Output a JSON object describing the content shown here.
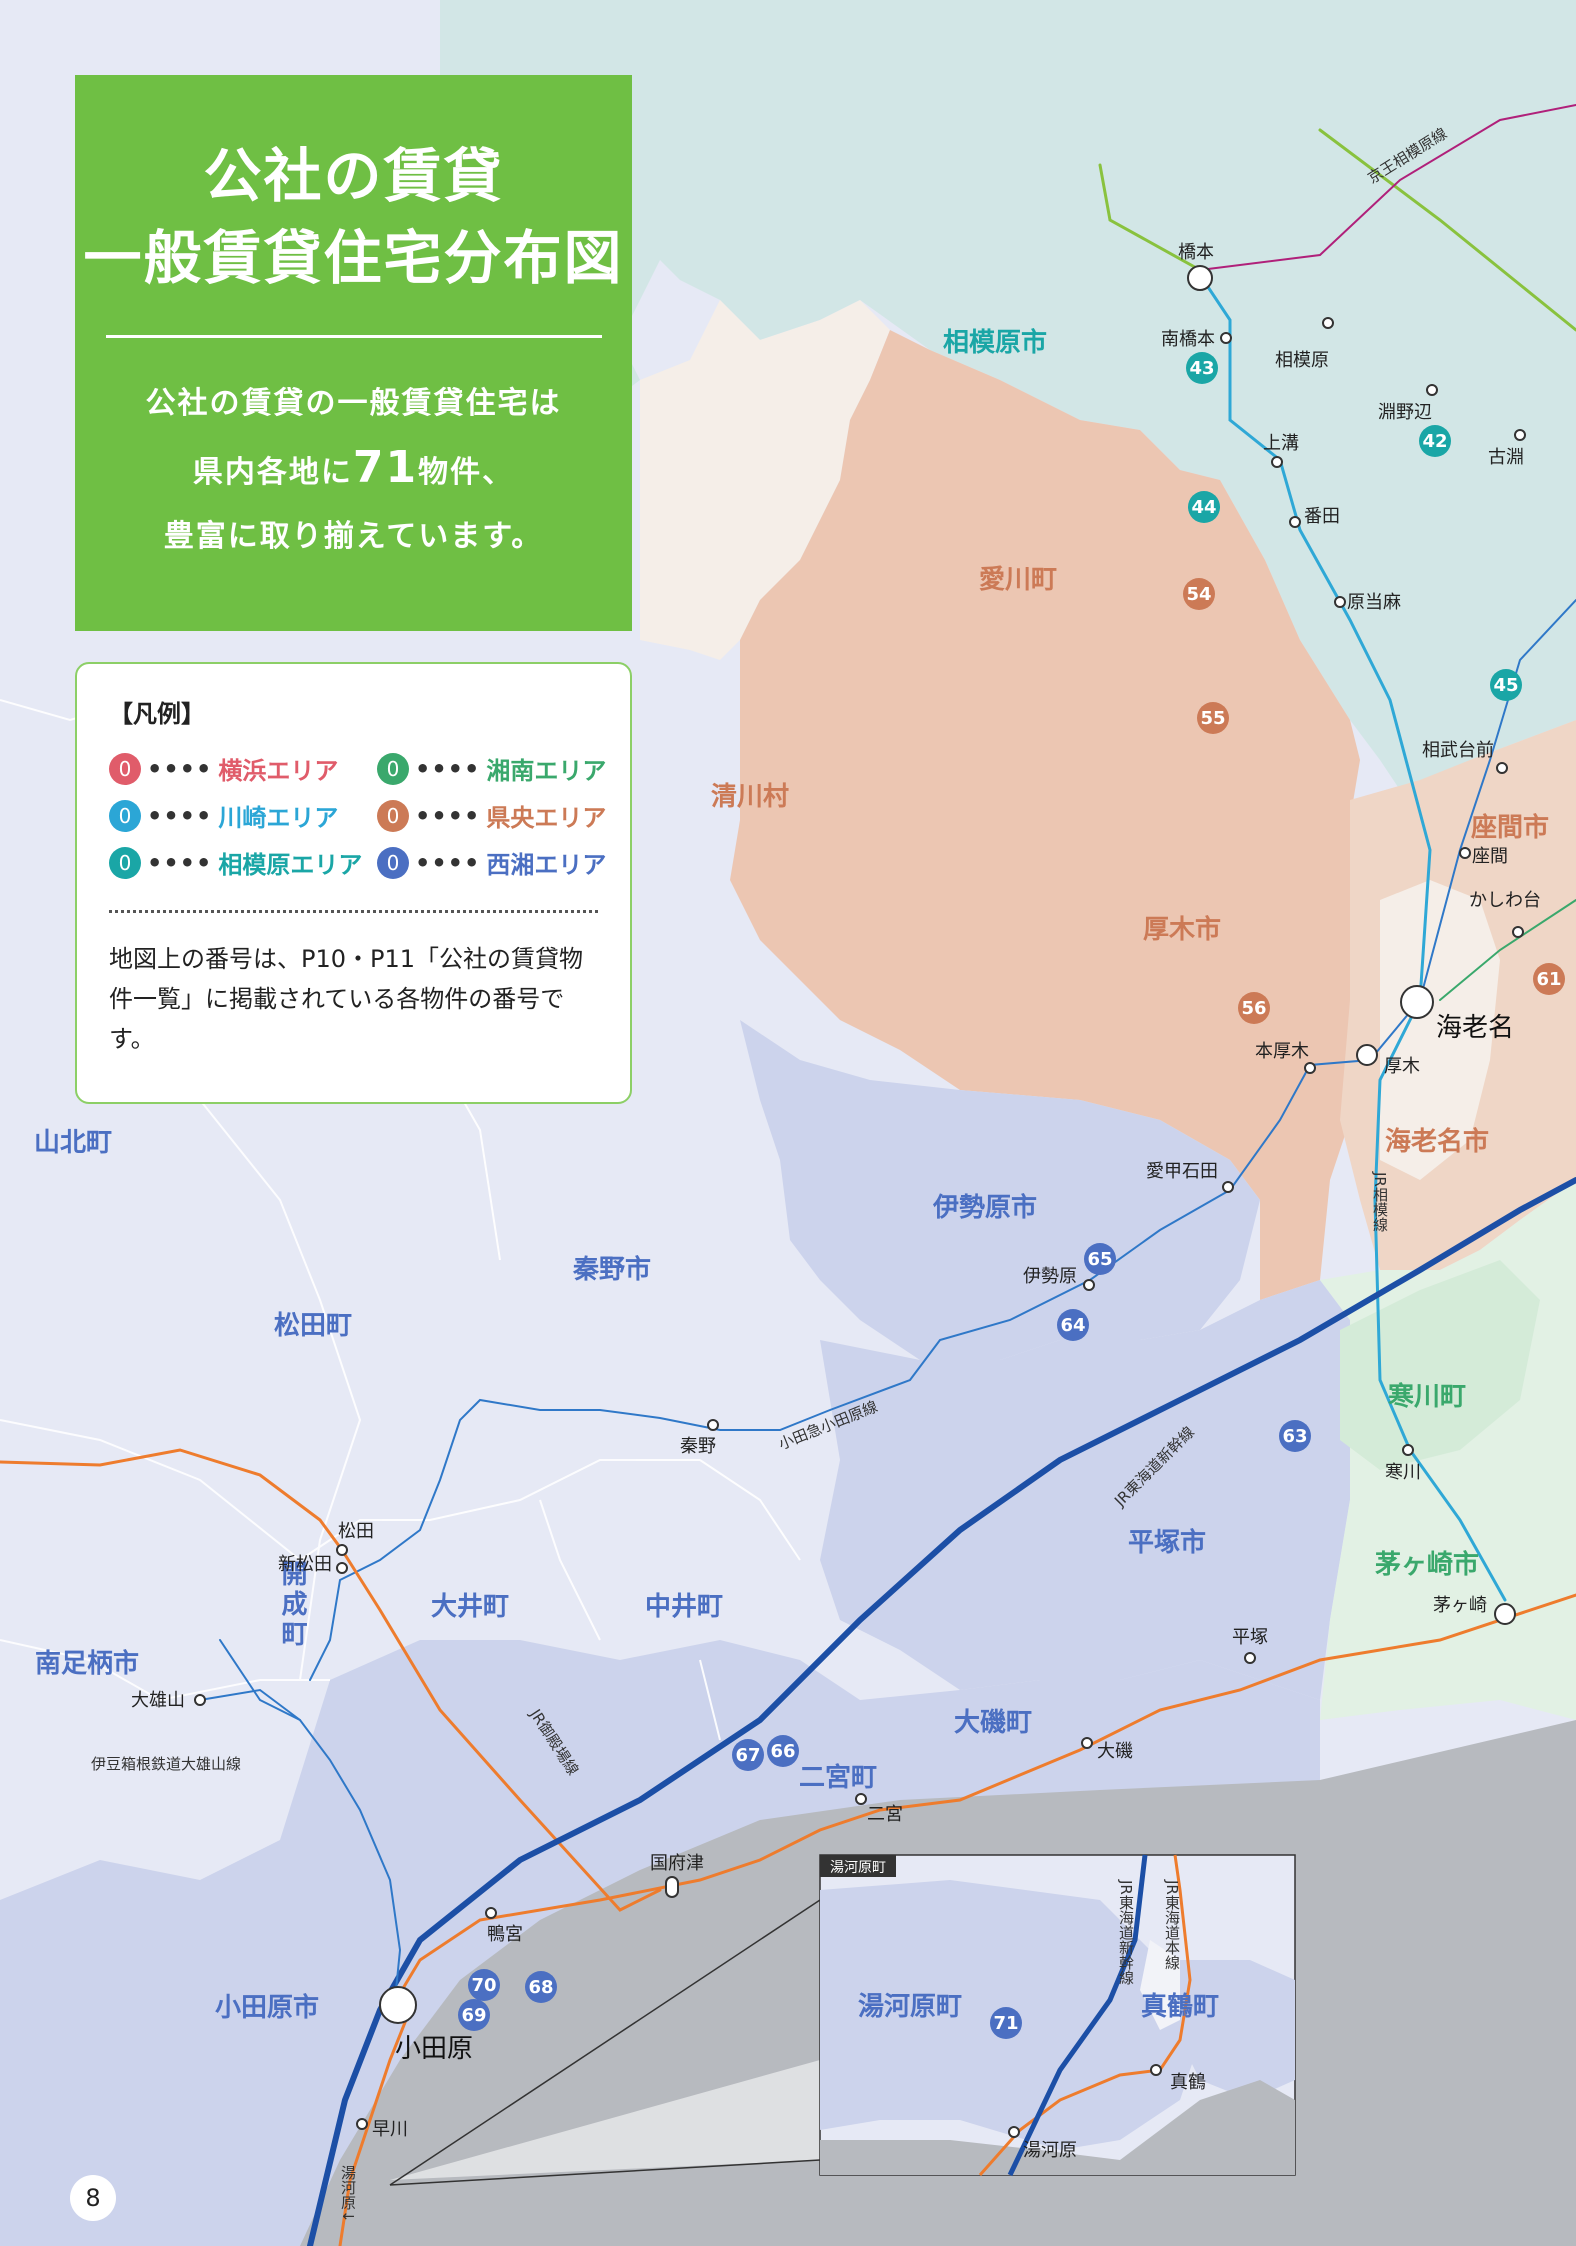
{
  "title": {
    "line1": "公社の賃貸",
    "line2": "一般賃貸住宅分布図"
  },
  "intro": {
    "line1": "公社の賃貸の一般賃貸住宅は",
    "line2_pre": "県内各地に",
    "line2_num": "71",
    "line2_post": "物件、",
    "line3": "豊富に取り揃えています。"
  },
  "legend": {
    "heading": "【凡例】",
    "dots": "••••",
    "items": [
      {
        "num": "0",
        "label": "横浜エリア",
        "color": "#e05c6a"
      },
      {
        "num": "0",
        "label": "湘南エリア",
        "color": "#3aa86c"
      },
      {
        "num": "0",
        "label": "川崎エリア",
        "color": "#2ba6d6"
      },
      {
        "num": "0",
        "label": "県央エリア",
        "color": "#cc7a56"
      },
      {
        "num": "0",
        "label": "相模原エリア",
        "color": "#1aa6a6"
      },
      {
        "num": "0",
        "label": "西湘エリア",
        "color": "#4b6fc2"
      }
    ],
    "note": "地図上の番号は、P10・P11「公社の賃貸物件一覧」に掲載されている各物件の番号です。"
  },
  "page_number": "8",
  "colors": {
    "sagamihara": "#1aa6a6",
    "kenou": "#cc7a56",
    "shonan": "#3aa86c",
    "seisho": "#4b6fc2",
    "green_box": "#6fbf44"
  },
  "regions": {
    "sagamihara_shi": "相模原市",
    "aikawa": "愛川町",
    "kiyokawa": "清川村",
    "atsugi": "厚木市",
    "zama": "座間市",
    "ebina": "海老名市",
    "isehara": "伊勢原市",
    "hadano": "秦野市",
    "matsuda": "松田町",
    "yamakita": "山北町",
    "minamiashigara": "南足柄市",
    "kaisei": "開成町",
    "oi": "大井町",
    "nakai": "中井町",
    "hiratsuka": "平塚市",
    "samukawa": "寒川町",
    "chigasaki": "茅ヶ崎市",
    "oiso": "大磯町",
    "ninomiya": "二宮町",
    "odawara": "小田原市",
    "yugawara": "湯河原町",
    "manazuru": "真鶴町"
  },
  "stations": {
    "hashimoto": "橋本",
    "minamihashimoto": "南橋本",
    "sagamihara": "相模原",
    "fuchinobe": "淵野辺",
    "kobuchi": "古淵",
    "kamimizo": "上溝",
    "banda": "番田",
    "harataima": "原当麻",
    "sobudaimae": "相武台前",
    "zama": "座間",
    "kashiwadai": "かしわ台",
    "ebina": "海老名",
    "honatsugi": "本厚木",
    "atsugi": "厚木",
    "aikoishida": "愛甲石田",
    "isehara": "伊勢原",
    "hadano": "秦野",
    "matsuda": "松田",
    "shinmatsuda": "新松田",
    "daiyuzan": "大雄山",
    "samukawa": "寒川",
    "chigasaki": "茅ヶ崎",
    "hiratsuka": "平塚",
    "oiso": "大磯",
    "ninomiya": "二宮",
    "kozu": "国府津",
    "kamonomiya": "鴨宮",
    "odawara": "小田原",
    "hayakawa": "早川",
    "manazuru": "真鶴",
    "yugawara": "湯河原"
  },
  "lines": {
    "keio": "京王相模原線",
    "sagami_v": "JR相模線",
    "odakyu": "小田急小田原線",
    "shinkansen": "JR東海道新幹線",
    "gotemba": "JR御殿場線",
    "izuhakone": "伊豆箱根鉄道大雄山線",
    "inset_shinkansen": "JR東海道新幹線",
    "inset_tokaido": "JR東海道本線",
    "yugawara_arrow": "湯河原↓"
  },
  "inset": {
    "label": "湯河原町"
  },
  "property_markers": [
    {
      "num": "43",
      "area": "sagamihara"
    },
    {
      "num": "42",
      "area": "sagamihara"
    },
    {
      "num": "44",
      "area": "sagamihara"
    },
    {
      "num": "45",
      "area": "sagamihara"
    },
    {
      "num": "54",
      "area": "kenou"
    },
    {
      "num": "55",
      "area": "kenou"
    },
    {
      "num": "56",
      "area": "kenou"
    },
    {
      "num": "61",
      "area": "kenou"
    },
    {
      "num": "65",
      "area": "seisho"
    },
    {
      "num": "64",
      "area": "seisho"
    },
    {
      "num": "63",
      "area": "seisho"
    },
    {
      "num": "67",
      "area": "seisho"
    },
    {
      "num": "66",
      "area": "seisho"
    },
    {
      "num": "70",
      "area": "seisho"
    },
    {
      "num": "68",
      "area": "seisho"
    },
    {
      "num": "69",
      "area": "seisho"
    },
    {
      "num": "71",
      "area": "seisho"
    }
  ]
}
